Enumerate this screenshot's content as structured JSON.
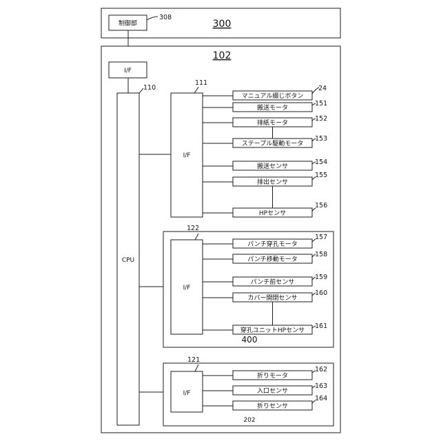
{
  "unit300": {
    "label": "300",
    "control_label": "制御部",
    "control_ref": "308"
  },
  "unit102": {
    "label": "102",
    "if_top_label": "I/F",
    "cpu_label": "CPU",
    "cpu_ref": "110",
    "if111": {
      "label": "I/F",
      "ref": "111"
    },
    "items111": [
      {
        "label": "マニュアル綴じボタン",
        "ref": "24"
      },
      {
        "label": "搬送モータ",
        "ref": "151"
      },
      {
        "label": "排紙モータ",
        "ref": "152"
      },
      {
        "label": "ステープル駆動モータ",
        "ref": "153"
      },
      {
        "label": "搬送センサ",
        "ref": "154"
      },
      {
        "label": "排出センサ",
        "ref": "155"
      },
      {
        "label": "HPセンサ",
        "ref": "156"
      }
    ],
    "unit400": {
      "label": "400",
      "if_label": "I/F",
      "if_ref": "122",
      "items": [
        {
          "label": "パンチ穿孔モータ",
          "ref": "157"
        },
        {
          "label": "パンチ移動モータ",
          "ref": "158"
        },
        {
          "label": "パンチ前センサ",
          "ref": "159"
        },
        {
          "label": "カバー開閉センサ",
          "ref": "160"
        },
        {
          "label": "穿孔ユニットHPセンサ",
          "ref": "161"
        }
      ]
    },
    "unit202": {
      "label": "202",
      "if_label": "I/F",
      "if_ref": "121",
      "items": [
        {
          "label": "折りモータ",
          "ref": "162"
        },
        {
          "label": "入口センサ",
          "ref": "163"
        },
        {
          "label": "折りセンサ",
          "ref": "164"
        }
      ]
    }
  }
}
